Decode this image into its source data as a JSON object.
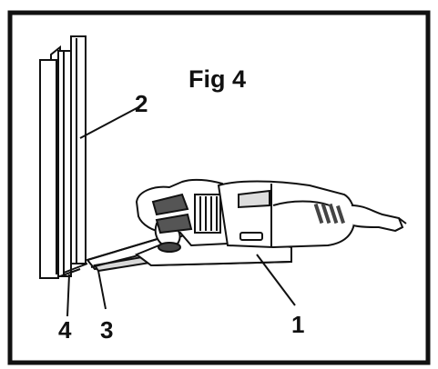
{
  "figure": {
    "title": "Fig 4",
    "callouts": [
      "2",
      "4",
      "3",
      "1"
    ]
  },
  "colors": {
    "ink": "#111111",
    "paper": "#ffffff"
  }
}
